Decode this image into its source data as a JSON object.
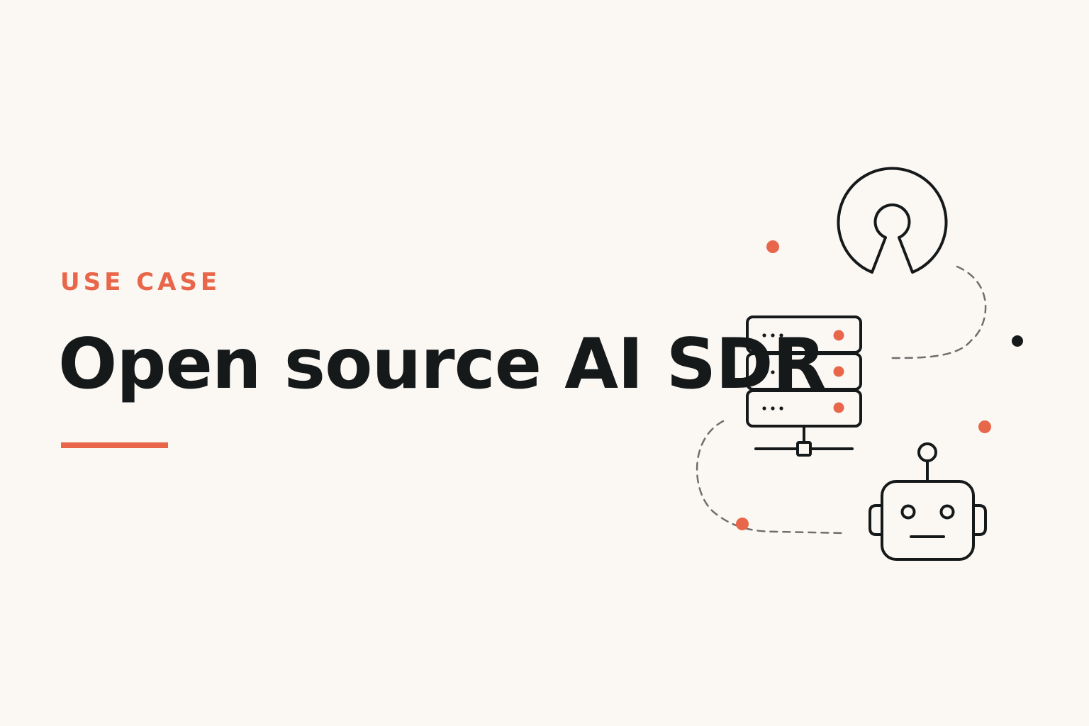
{
  "eyebrow": "USE CASE",
  "title": "Open source AI SDR",
  "colors": {
    "background": "#FBF8F4",
    "accent": "#E8674A",
    "ink": "#16191A",
    "dash": "#6E6E6E"
  },
  "icons": {
    "open_source": "open-source-logo",
    "server": "server-rack-icon",
    "robot": "robot-icon"
  }
}
